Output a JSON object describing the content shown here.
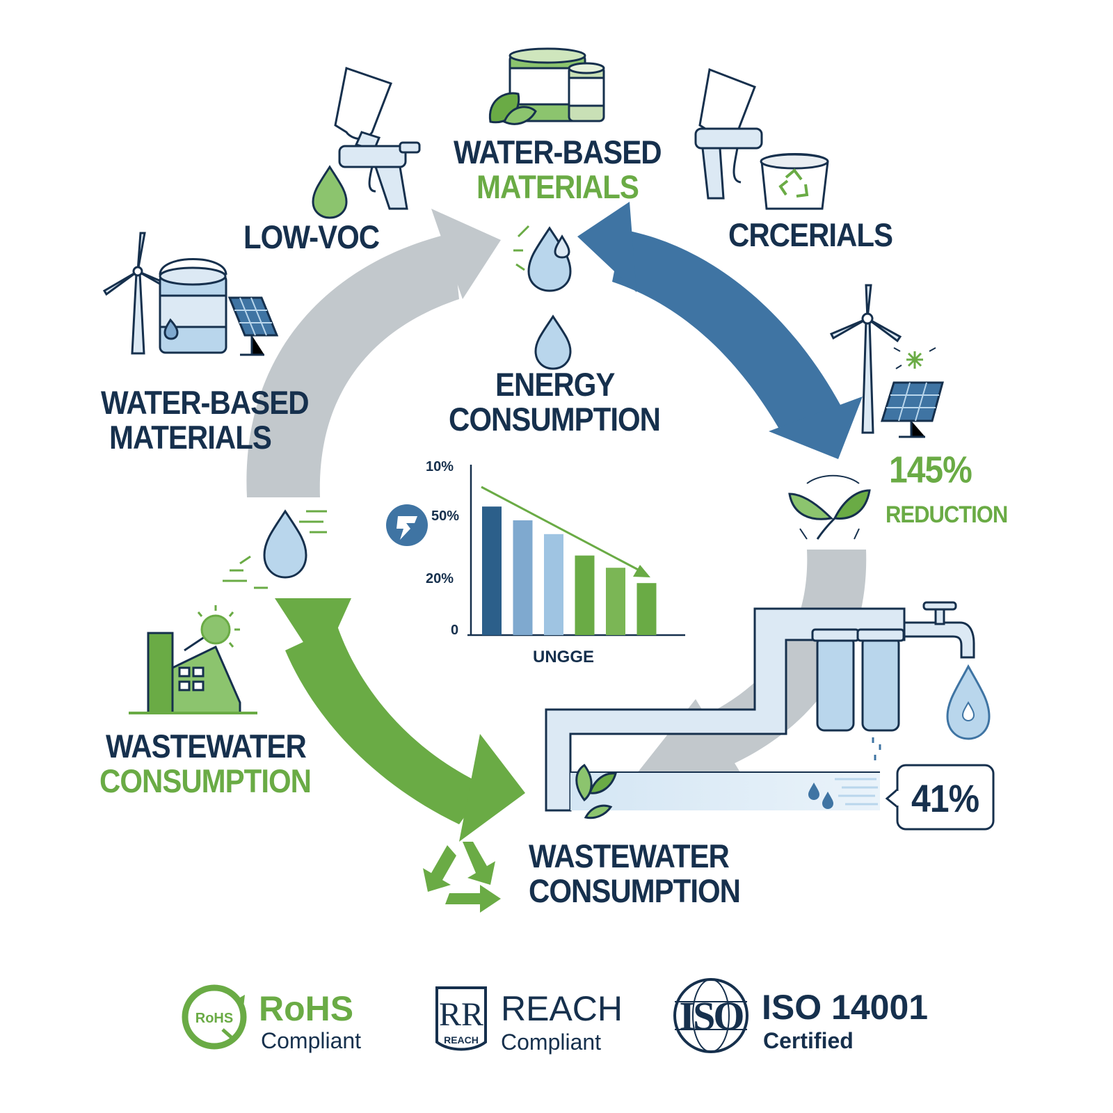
{
  "colors": {
    "navy": "#16304d",
    "green": "#6aab45",
    "steel_blue": "#3f74a3",
    "light_blue": "#b9d6ec",
    "gray": "#c2c8cc"
  },
  "labels": {
    "top_line1": "WATER-BASED",
    "top_line2": "MATERIALS",
    "low_voc": "LOW-VOC",
    "crcerials": "CRCERIALS",
    "left_line1": "WATER-BASED",
    "left_line2": "MATERIALS",
    "energy_line1": "ENERGY",
    "energy_line2": "CONSUMPTION",
    "reduction_pct": "145%",
    "reduction_word": "REDUCTION",
    "ww_left_line1": "WASTEWATER",
    "ww_left_line2": "CONSUMPTION",
    "ww_bottom_line1": "WASTEWATER",
    "ww_bottom_line2": "CONSUMPTION",
    "pct_41": "41%"
  },
  "chart_data": {
    "type": "bar",
    "xlabel": "UNGGE",
    "ytick_labels": [
      "10%",
      "50%",
      "20%",
      "0"
    ],
    "values": [
      0.84,
      0.75,
      0.66,
      0.52,
      0.44,
      0.34
    ],
    "bar_colors": [
      "#2c5f8a",
      "#7fa9cf",
      "#9fc4e2",
      "#6aab45",
      "#7bb655",
      "#6aab45"
    ],
    "trend": "decreasing"
  },
  "certifications": [
    {
      "logo": "RoHS",
      "title": "RoHS",
      "subtitle": "Compliant"
    },
    {
      "logo": "REACH",
      "title": "REACH",
      "subtitle": "Compliant"
    },
    {
      "logo": "ISO",
      "title": "ISO 14001",
      "subtitle": "Certified"
    }
  ],
  "icons": [
    "spray-gun-icon",
    "paint-can-icon",
    "recycle-bin-icon",
    "wind-turbine-icon",
    "solar-panel-icon",
    "water-drop-icon",
    "factory-icon",
    "sun-icon",
    "leaf-icon",
    "recycle-icon",
    "faucet-icon",
    "filter-cartridge-icon",
    "energy-badge-icon"
  ]
}
